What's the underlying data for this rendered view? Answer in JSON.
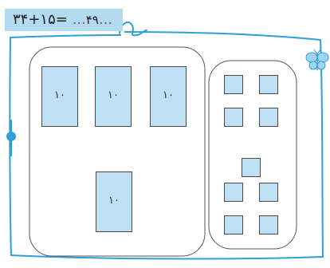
{
  "equation": {
    "expression": "۳۴+۱۵=",
    "dots_before": "...",
    "answer": "۴۹",
    "dots_after": "..."
  },
  "tens_group": {
    "block_label": "۱۰",
    "block_count": 4
  },
  "ones_group": {
    "unit_count": 9
  },
  "colors": {
    "block_fill": "#bfe0f4",
    "label_bar": "#b3dbef",
    "frame_stroke": "#2f9fd8",
    "pin": "#2f9fd8"
  },
  "icons": {
    "corner": "butterfly-icon",
    "pin": "pin-icon"
  }
}
